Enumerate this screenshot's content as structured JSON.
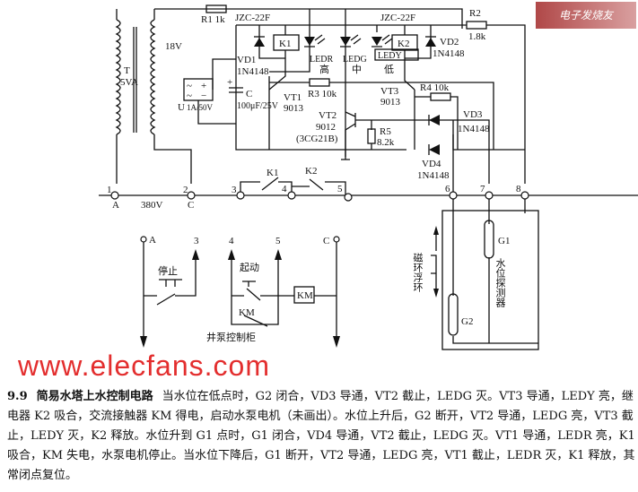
{
  "diagram": {
    "transformer": {
      "label": "T",
      "rating": "5VA",
      "secondary": "18V"
    },
    "r1": "R1 1k",
    "relay1": {
      "model": "JZC-22F",
      "name": "K1"
    },
    "relay2": {
      "model": "JZC-22F",
      "name": "K2"
    },
    "r2": {
      "name": "R2",
      "value": "1.8k"
    },
    "vd1": {
      "name": "VD1",
      "part": "1N4148"
    },
    "vd2": {
      "name": "VD2",
      "part": "1N4148"
    },
    "vd3": {
      "name": "VD3",
      "part": "1N4148"
    },
    "vd4": {
      "name": "VD4",
      "part": "1N4148"
    },
    "leds": [
      {
        "name": "LEDR",
        "level": "高"
      },
      {
        "name": "LEDG",
        "level": "中"
      },
      {
        "name": "LEDY",
        "level": "低"
      }
    ],
    "bridge": {
      "name": "U",
      "rating": "1A/50V",
      "ac1": "~",
      "ac2": "~",
      "plus": "+",
      "minus": "−"
    },
    "cap": {
      "name": "C",
      "value": "100μF/25V",
      "polarity": "+"
    },
    "r3": "R3 10k",
    "r4": "R4 10k",
    "r5": {
      "name": "R5",
      "value": "8.2k"
    },
    "vt1": {
      "name": "VT1",
      "part": "9013"
    },
    "vt2": {
      "name": "VT2",
      "part": "9012",
      "alt": "(3CG21B)"
    },
    "vt3": {
      "name": "VT3",
      "part": "9013"
    },
    "contacts": {
      "k1": "K1",
      "k2": "K2"
    },
    "terminals": [
      "1",
      "2",
      "3",
      "4",
      "5",
      "6",
      "7",
      "8"
    ],
    "phase_a": "A",
    "phase_c": "C",
    "voltage": "380V",
    "control": {
      "a": "A",
      "c": "C",
      "t3": "3",
      "t4": "4",
      "t5": "5",
      "stop": "停止",
      "start": "起动",
      "km_coil": "KM",
      "km_contact": "KM",
      "cabinet": "井泵控制柜"
    },
    "tank": {
      "float": "磁环浮环",
      "g1": "G1",
      "g2": "G2",
      "detector": "水位探测器"
    }
  },
  "caption": {
    "number": "9.9",
    "title": "简易水塔上水控制电路",
    "body": "当水位在低点时，G2 闭合，VD3 导通，VT2 截止，LEDG 灭。VT3 导通，LEDY 亮，继电器 K2 吸合，交流接触器 KM 得电，启动水泵电机（未画出）。水位上升后，G2 断开，VT2 导通，LEDG 亮，VT3 截止，LEDY 灭，K2 释放。水位升到 G1 点时，G1 闭合，VD4 导通，VT2 截止，LEDG 灭。VT1 导通，LEDR 亮，K1 吸合，KM 失电，水泵电机停止。当水位下降后，G1 断开，VT2 导通，LEDG 亮，VT1 截止，LEDR 灭，K1 释放，其常闭点复位。"
  },
  "watermark": "www.elecfans.com",
  "logo": "电子发烧友 elecfans.com"
}
